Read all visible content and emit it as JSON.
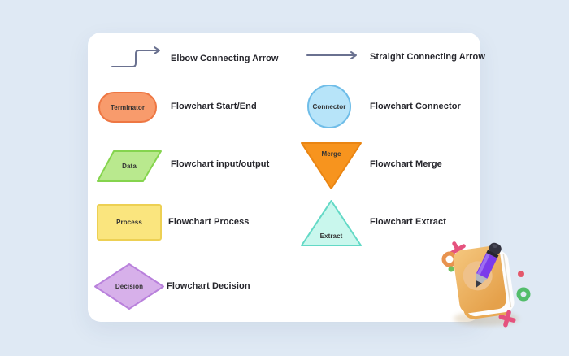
{
  "background": {
    "color": "#DFE9F4"
  },
  "card": {
    "color": "#FFFFFF"
  },
  "arrow": {
    "color": "#6A7190"
  },
  "items": {
    "elbow": {
      "title": "Elbow Connecting Arrow"
    },
    "straight": {
      "title": "Straight Connecting Arrow"
    },
    "terminator": {
      "label": "Terminator",
      "title": "Flowchart Start/End",
      "fill": "#F89B6C",
      "stroke": "#EE7743"
    },
    "connector": {
      "label": "Connector",
      "title": "Flowchart Connector",
      "fill": "#B7E4F9",
      "stroke": "#6FBDE8"
    },
    "data": {
      "label": "Data",
      "title": "Flowchart input/output",
      "fill": "#B9E98E",
      "stroke": "#85D44E"
    },
    "merge": {
      "label": "Merge",
      "title": "Flowchart Merge",
      "fill": "#F7941E",
      "stroke": "#EA8512"
    },
    "process": {
      "label": "Process",
      "title": "Flowchart Process",
      "fill": "#FAE57E",
      "stroke": "#EDD053"
    },
    "extract": {
      "label": "Extract",
      "title": "Flowchart Extract",
      "fill": "#C9F7ED",
      "stroke": "#63D9C6"
    },
    "decision": {
      "label": "Decision",
      "title": "Flowchart Decision",
      "fill": "#D7B0EA",
      "stroke": "#B981DC"
    }
  },
  "illustration": {
    "name": "notebook-pencil-3d",
    "notebook_cover": "#F2BC70",
    "notebook_back": "#E9A954",
    "pages": "#FDFDFD",
    "cover_circle": "#EFC18A",
    "pencil_body": "#7B3BEB",
    "pencil_cap": "#32323E",
    "accent_pink": "#E5527E",
    "accent_orange": "#E8934F",
    "accent_green_dot": "#6EC05D",
    "accent_green_ring": "#53BD6B",
    "accent_red": "#E4586B"
  }
}
